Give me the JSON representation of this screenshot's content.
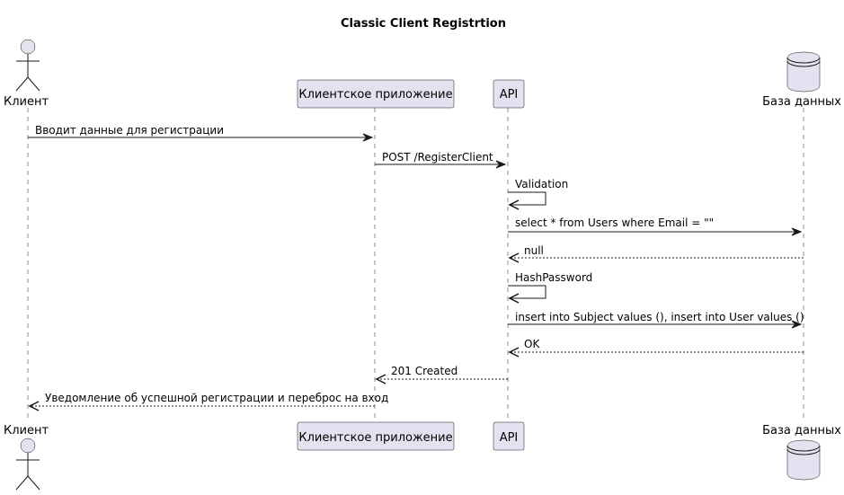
{
  "title": "Classic Client Registrtion",
  "participants": {
    "client": "Клиент",
    "app": "Клиентское приложение",
    "api": "API",
    "db": "База данных"
  },
  "messages": [
    {
      "from": "client",
      "to": "app",
      "label": "Вводит данные для регистрации",
      "style": "solid"
    },
    {
      "from": "app",
      "to": "api",
      "label": "POST /RegisterClient",
      "style": "solid"
    },
    {
      "from": "api",
      "to": "api",
      "label": "Validation",
      "style": "self"
    },
    {
      "from": "api",
      "to": "db",
      "label": "select * from Users where Email = \"\"",
      "style": "solid"
    },
    {
      "from": "db",
      "to": "api",
      "label": "null",
      "style": "dashed"
    },
    {
      "from": "api",
      "to": "api",
      "label": "HashPassword",
      "style": "self"
    },
    {
      "from": "api",
      "to": "db",
      "label": "insert into Subject values (), insert into User values ()",
      "style": "solid"
    },
    {
      "from": "db",
      "to": "api",
      "label": "OK",
      "style": "dashed"
    },
    {
      "from": "api",
      "to": "app",
      "label": "201 Created",
      "style": "dashed"
    },
    {
      "from": "app",
      "to": "client",
      "label": "Уведомление об успешной регистрации и переброс на вход",
      "style": "dashed"
    }
  ],
  "colors": {
    "participant_fill": "#E2E2F0",
    "line": "#181818"
  }
}
